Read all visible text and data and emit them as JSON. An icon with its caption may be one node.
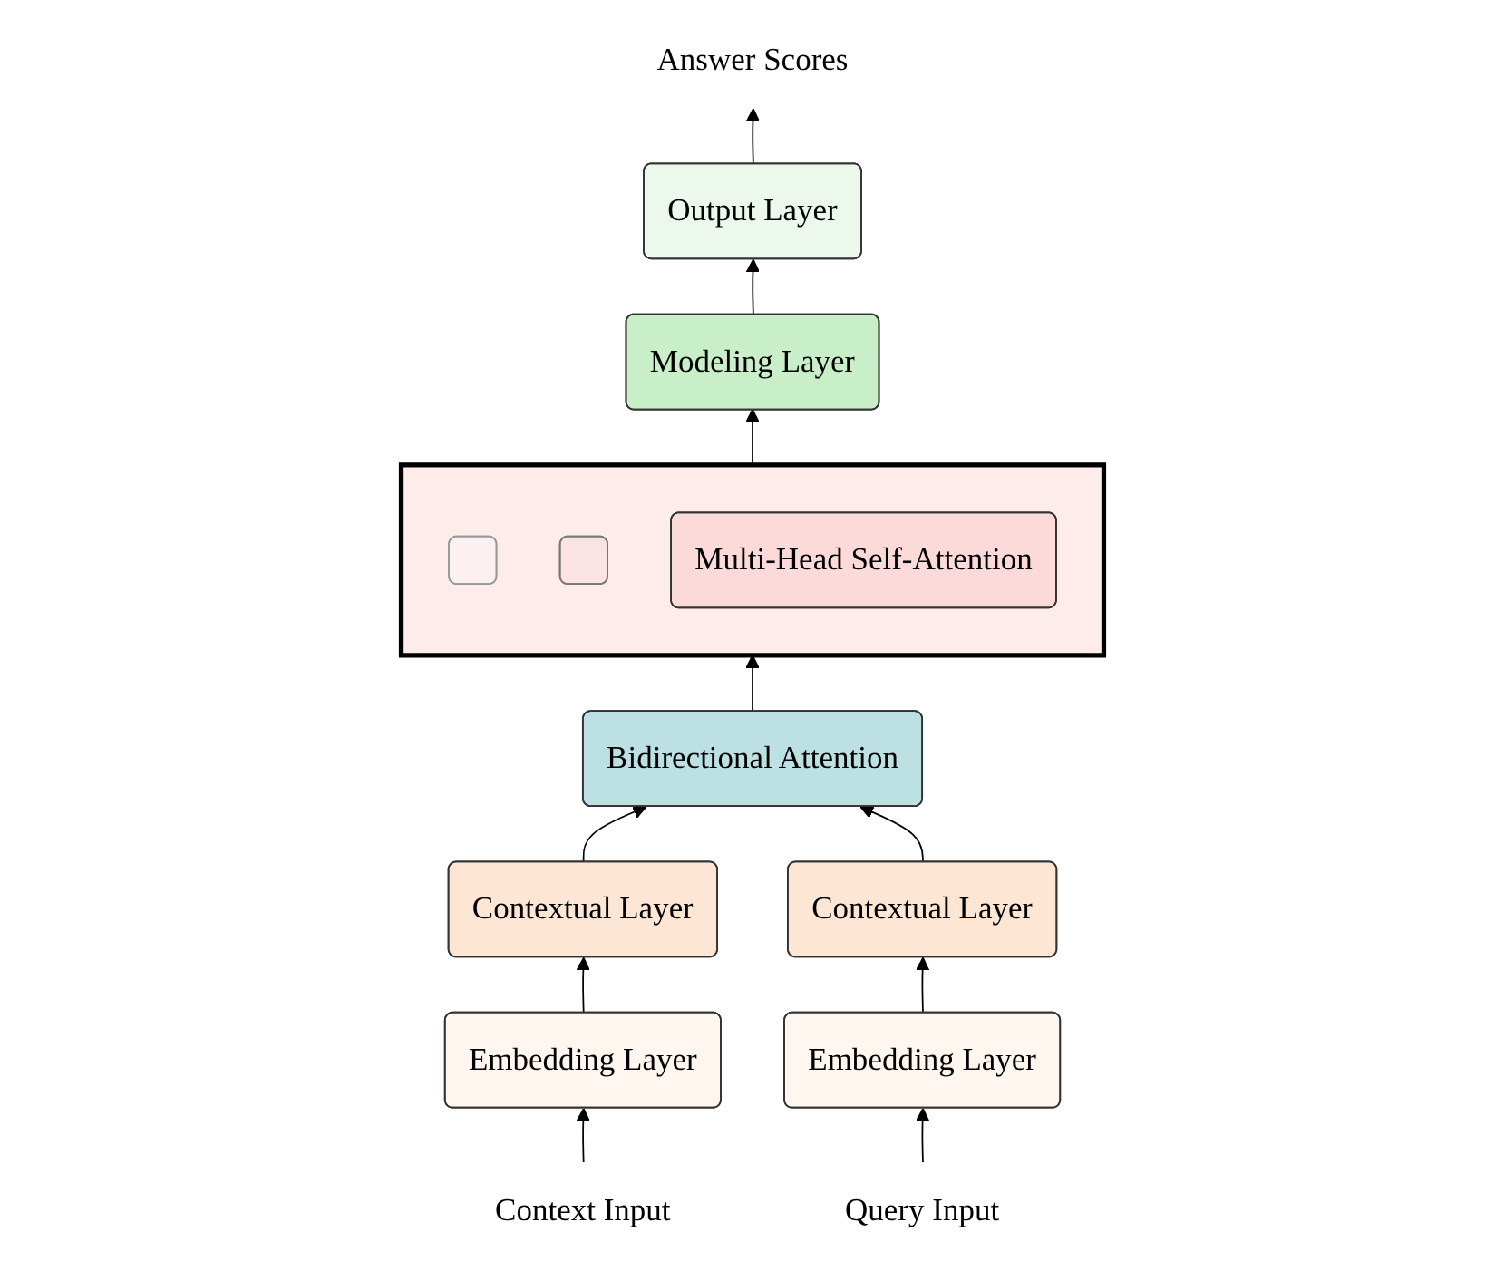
{
  "diagram": {
    "nodes": [
      {
        "text": [
          "Answer Scores"
        ]
      },
      {
        "text": [
          "Output Layer"
        ]
      },
      {
        "text": [
          "Modeling Layer"
        ]
      },
      {
        "text": [],
        "shape": "box"
      },
      {
        "text": [],
        "shape": "box",
        "in": 3
      },
      {
        "text": [],
        "shape": "box",
        "in": 3
      },
      {
        "text": [
          "Multi-Head Self-Attention"
        ],
        "in": 3
      },
      {
        "text": [
          "Bidirectional Attention"
        ]
      },
      {
        "text": [
          "Contextual Layer"
        ]
      },
      {
        "text": [
          "Contextual Layer"
        ]
      },
      {
        "text": [
          "Embedding Layer"
        ]
      },
      {
        "text": [
          "Embedding Layer"
        ]
      },
      {
        "text": [
          "Context Input"
        ]
      },
      {
        "text": [
          "Query Input"
        ]
      }
    ],
    "edges": [
      {
        "from": 12,
        "to": 10,
        "arrow": "to"
      },
      {
        "from": 10,
        "to": 8,
        "arrow": "to"
      },
      {
        "from": 8,
        "to": 7,
        "arrow": "to"
      },
      {
        "from": 7,
        "to": 3,
        "arrow": "to"
      },
      {
        "from": 3,
        "to": 2,
        "arrow": "to"
      },
      {
        "from": 2,
        "to": 1,
        "arrow": "to"
      },
      {
        "from": 1,
        "to": 0,
        "arrow": "to"
      },
      {
        "from": 13,
        "to": 11,
        "arrow": "to"
      },
      {
        "from": 11,
        "to": 9,
        "arrow": "to"
      },
      {
        "from": 9,
        "to": 7,
        "arrow": "to"
      }
    ]
  }
}
